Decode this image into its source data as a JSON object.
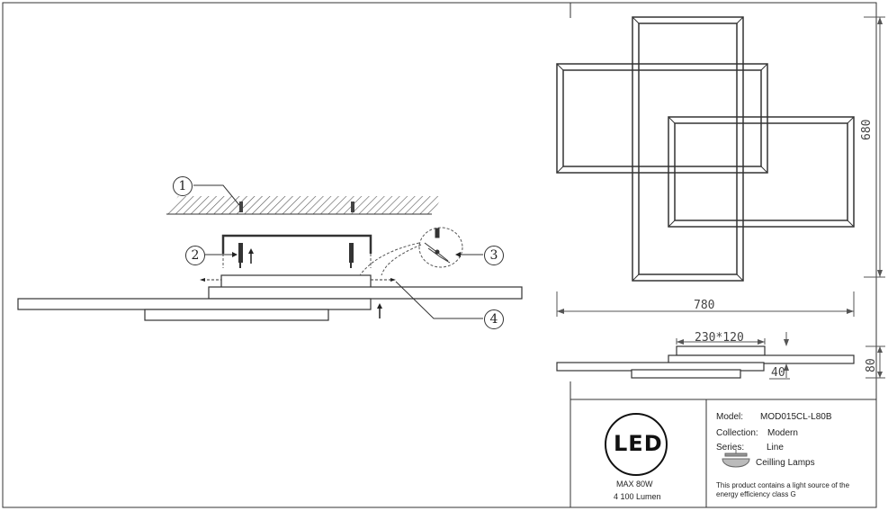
{
  "callouts": [
    "1",
    "2",
    "3",
    "4"
  ],
  "dimensions": {
    "width": "780",
    "height": "680",
    "canopy": "230*120",
    "depth_total": "80",
    "depth_panel": "40"
  },
  "title_block": {
    "logo_text": "LED",
    "power": "MAX 80W",
    "lumen": "4 100 Lumen",
    "model_label": "Model:",
    "model_value": "MOD015CL-L80B",
    "collection_label": "Collection:",
    "collection_value": "Modern",
    "series_label": "Series:",
    "series_value": "Line",
    "type_value": "Ceilling Lamps",
    "energy_note_line1": "This product contains a light source of the",
    "energy_note_line2": "energy efficiency class G"
  },
  "icons": [
    "ceiling-lamp-icon",
    "led-logo-icon",
    "screw-icon",
    "arrow-up-icon"
  ]
}
